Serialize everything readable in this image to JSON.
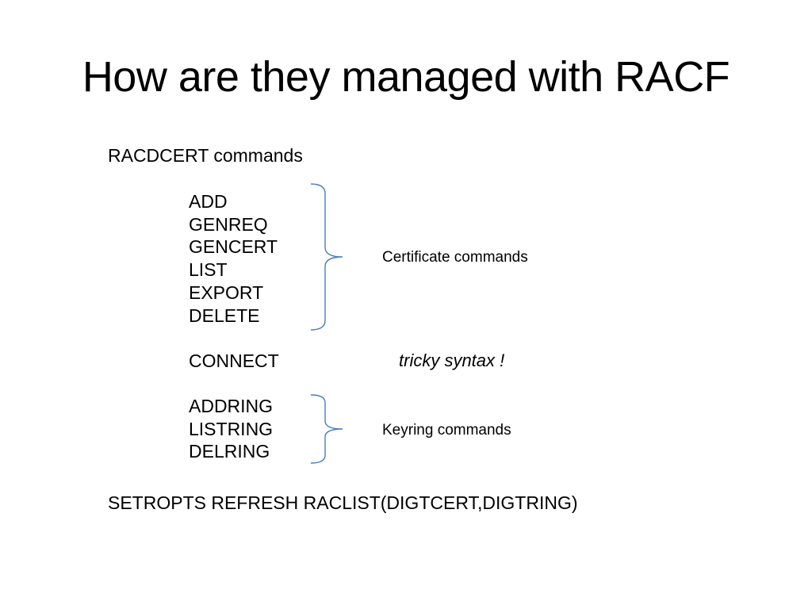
{
  "slide": {
    "title": "How are they managed with RACF",
    "racdcert_heading": "RACDCERT commands",
    "certificate_commands": [
      "ADD",
      "GENREQ",
      "GENCERT",
      "LIST",
      "EXPORT",
      "DELETE"
    ],
    "certificate_group_label": "Certificate commands",
    "connect_command": "CONNECT",
    "connect_note": "tricky syntax !",
    "keyring_commands": [
      "ADDRING",
      "LISTRING",
      "DELRING"
    ],
    "keyring_group_label": "Keyring commands",
    "setropts_command": "SETROPTS REFRESH RACLIST(DIGTCERT,DIGTRING)"
  },
  "colors": {
    "brace": "#4a7ebb",
    "text": "#000000",
    "background": "#ffffff"
  },
  "icons": [
    "right-curly-brace-icon"
  ]
}
